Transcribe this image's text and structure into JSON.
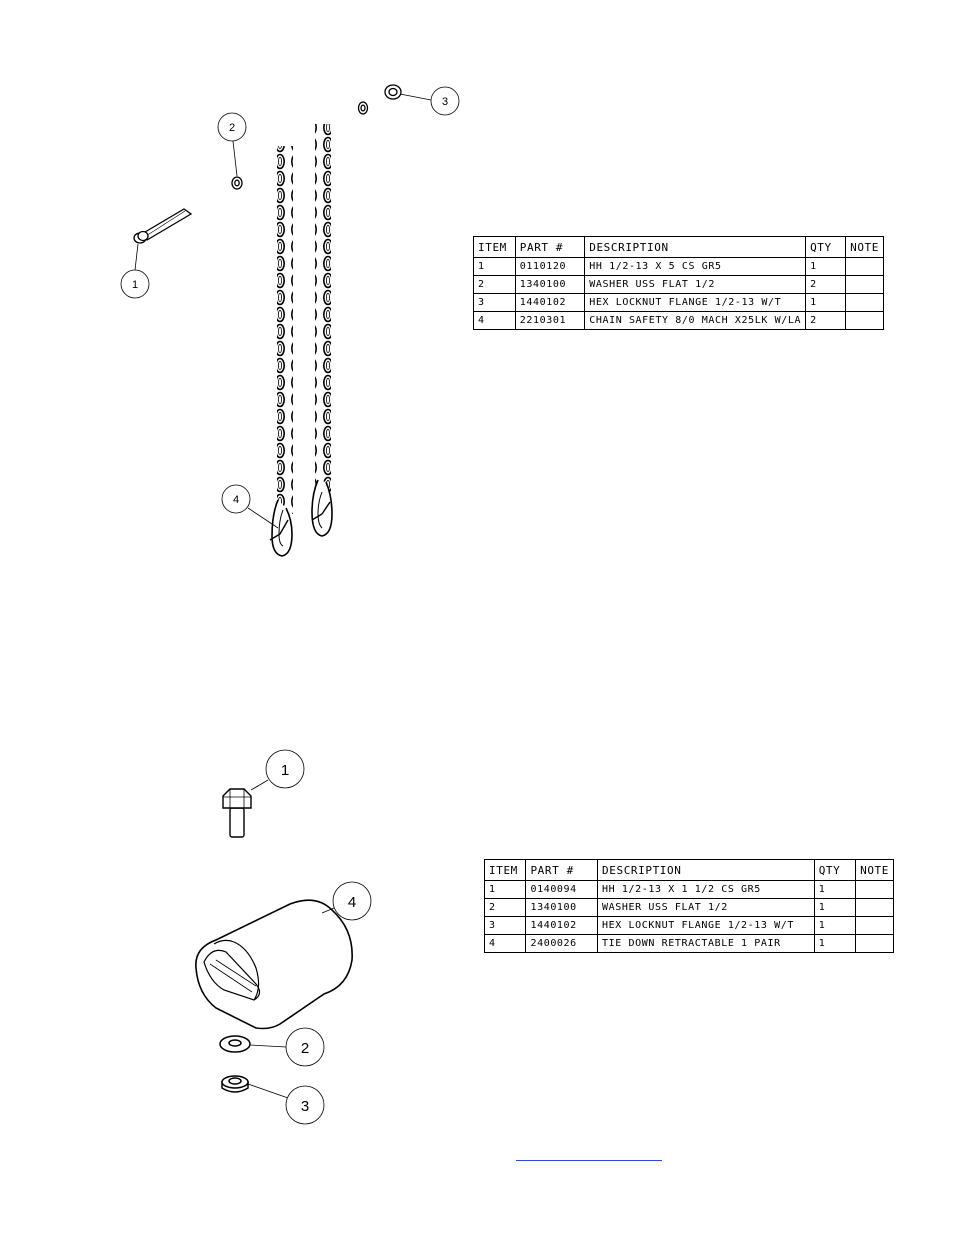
{
  "callouts_top": [
    "1",
    "2",
    "3",
    "4"
  ],
  "callouts_bottom": [
    "1",
    "4",
    "2",
    "3"
  ],
  "bom1": {
    "headers": [
      "ITEM",
      "PART #",
      "DESCRIPTION",
      "QTY",
      "NOTE"
    ],
    "rows": [
      [
        "1",
        "0110120",
        "HH 1/2-13 X 5 CS GR5",
        "1",
        ""
      ],
      [
        "2",
        "1340100",
        "WASHER USS FLAT 1/2",
        "2",
        ""
      ],
      [
        "3",
        "1440102",
        "HEX LOCKNUT FLANGE 1/2-13 W/T",
        "1",
        ""
      ],
      [
        "4",
        "2210301",
        "CHAIN SAFETY 8/0 MACH X25LK W/LA",
        "2",
        ""
      ]
    ]
  },
  "bom2": {
    "headers": [
      "ITEM",
      "PART #",
      "DESCRIPTION",
      "QTY",
      "NOTE"
    ],
    "rows": [
      [
        "1",
        "0140094",
        "HH 1/2-13 X 1 1/2 CS GR5",
        "1",
        ""
      ],
      [
        "2",
        "1340100",
        "WASHER USS FLAT 1/2",
        "1",
        ""
      ],
      [
        "3",
        "1440102",
        "HEX LOCKNUT FLANGE 1/2-13 W/T",
        "1",
        ""
      ],
      [
        "4",
        "2400026",
        "TIE DOWN RETRACTABLE 1 PAIR",
        "1",
        ""
      ]
    ]
  },
  "colors": {
    "line": "#000000",
    "link": "#2a4bd7"
  }
}
